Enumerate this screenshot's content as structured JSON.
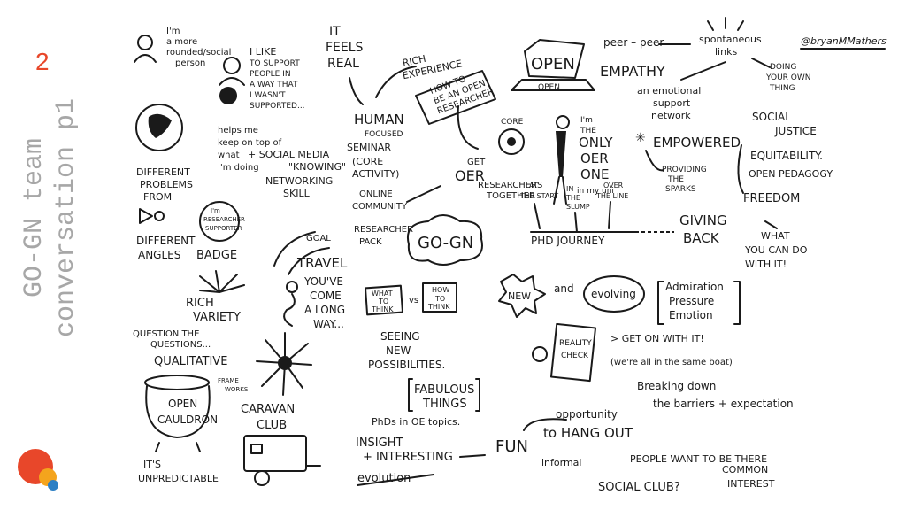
{
  "slide": {
    "number": "2",
    "title_line1": "GO-GN team",
    "title_line2": "conversation p1"
  },
  "credit": "@bryanMMathers",
  "notes": {
    "more_rounded": [
      "I'm",
      "a more",
      "rounded/social",
      "person"
    ],
    "like_support": [
      "I LIKE",
      "TO SUPPORT",
      "PEOPLE IN",
      "A WAY THAT",
      "I WASN'T",
      "SUPPORTED..."
    ],
    "feels_real": [
      "IT",
      "FEELS",
      "REAL"
    ],
    "rich_experience": [
      "RICH",
      "EXPERIENCE"
    ],
    "how_to": [
      "HOW TO",
      "BE AN OPEN",
      "RESEARCHER"
    ],
    "open_sign": "OPEN",
    "open_sign_small": "OPEN",
    "peer": "peer – peer",
    "spontaneous": [
      "spontaneous",
      "links"
    ],
    "doing_own": [
      "DOING",
      "YOUR OWN",
      "THING"
    ],
    "empathy": "EMPATHY",
    "emotional": [
      "an emotional",
      "support",
      "network"
    ],
    "social_justice": [
      "SOCIAL",
      "JUSTICE"
    ],
    "equitability": "EQUITABILITY.",
    "open_pedagogy": "OPEN PEDAGOGY",
    "freedom": "FREEDOM",
    "what_you_can": [
      "WHAT",
      "YOU CAN DO",
      "WITH IT!"
    ],
    "empowered": "EMPOWERED",
    "providing": [
      "PROVIDING",
      "THE",
      "SPARKS"
    ],
    "human": [
      "HUMAN",
      "FOCUSED"
    ],
    "core": "CORE",
    "only_one": [
      "I'm",
      "THE",
      "ONLY",
      "OER",
      "ONE",
      "in my uni"
    ],
    "different_problems": [
      "DIFFERENT",
      "PROBLEMS",
      "FROM"
    ],
    "different_angles": [
      "DIFFERENT",
      "ANGLES"
    ],
    "helps_me": [
      "helps me",
      "keep on top of",
      "what",
      "I'm doing"
    ],
    "social_media": "+ SOCIAL MEDIA",
    "knowing": "\"KNOWING\"",
    "seminar": [
      "SEMINAR",
      "(CORE",
      "ACTIVITY)"
    ],
    "networking": [
      "NETWORKING",
      "SKILL"
    ],
    "online_comm": [
      "ONLINE",
      "COMMUNITY"
    ],
    "get_oer": [
      "GET",
      "OER",
      "RESEARCHERS",
      "TOGETHER"
    ],
    "at_start": [
      "AT",
      "THE START"
    ],
    "in_slump": [
      "IN",
      "THE",
      "SLUMP"
    ],
    "over_line": [
      "OVER",
      "THE LINE"
    ],
    "phd_journey": "PHD JOURNEY",
    "giving_back": [
      "GIVING",
      "BACK"
    ],
    "researcher_pack": [
      "RESEARCHER",
      "PACK"
    ],
    "gogn": "GO-GN",
    "badge_text": [
      "I'm",
      "RESEARCHER",
      "SUPPORTER"
    ],
    "badge": "BADGE",
    "goal": "GOAL",
    "travel": "TRAVEL",
    "rich_variety": [
      "RICH",
      "VARIETY"
    ],
    "come_long": [
      "YOU'VE",
      "COME",
      "A LONG",
      "WAY..."
    ],
    "what_to_think": [
      "WHAT",
      "TO",
      "THINK"
    ],
    "vs": "vs",
    "how_to_think": [
      "HOW",
      "TO",
      "THINK"
    ],
    "new": "NEW",
    "and": "and",
    "evolving": "evolving",
    "admiration": [
      "Admiration",
      "Pressure",
      "Emotion"
    ],
    "question": [
      "QUESTION THE",
      "QUESTIONS..."
    ],
    "qualitative": "QUALITATIVE",
    "frameworks": [
      "FRAME",
      "WORKS"
    ],
    "seeing": [
      "SEEING",
      "NEW",
      "POSSIBILITIES."
    ],
    "fabulous": [
      "FABULOUS",
      "THINGS"
    ],
    "reality": [
      "REALITY",
      "CHECK"
    ],
    "get_on": [
      "> GET ON WITH IT!",
      "(we're all in the same boat)"
    ],
    "breaking": [
      "Breaking down",
      "the barriers + expectation"
    ],
    "cauldron": [
      "OPEN",
      "CAULDRON"
    ],
    "caravan": [
      "CARAVAN",
      "CLUB"
    ],
    "phds_oe": "PhDs in OE topics.",
    "opportunity": [
      "opportunity",
      "to HANG OUT"
    ],
    "fun": "FUN",
    "insight": [
      "INSIGHT",
      "+ INTERESTING"
    ],
    "evolution": "evolution",
    "informal": "informal",
    "people_want": "PEOPLE WANT TO BE THERE",
    "unpredictable": [
      "IT'S",
      "UNPREDICTABLE"
    ],
    "social_club": "SOCIAL CLUB?",
    "common_interest": [
      "COMMON",
      "INTEREST"
    ]
  }
}
